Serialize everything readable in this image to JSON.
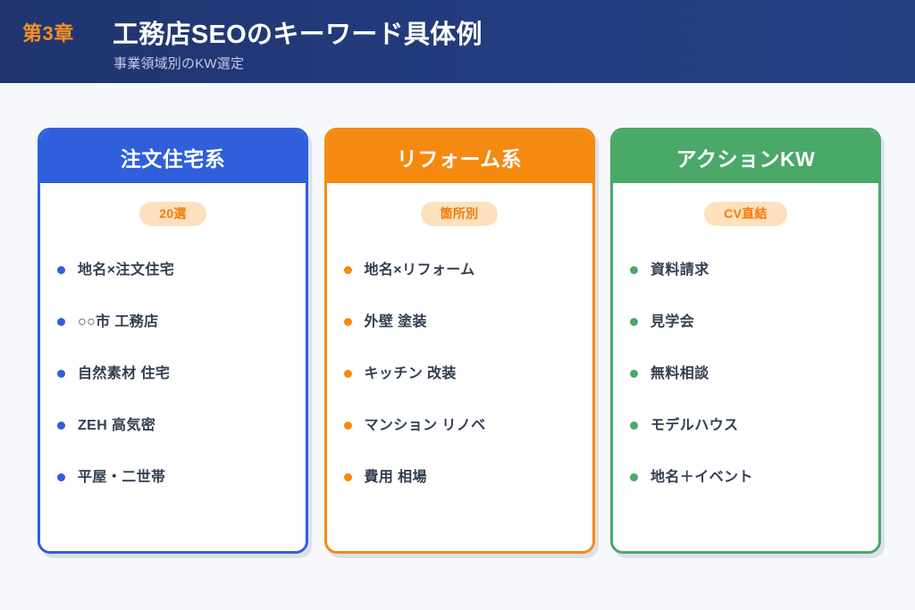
{
  "header": {
    "chapter_label": "第3章",
    "title": "工務店SEOのキーワード具体例",
    "subtitle": "事業領域別のKW選定",
    "band_color": "#233c7e",
    "chapter_color": "#f59022",
    "title_color": "#ffffff",
    "subtitle_color": "#c3cbe6"
  },
  "page": {
    "background_color": "#f6f8fc"
  },
  "cards": [
    {
      "id": "custom-home",
      "title": "注文住宅系",
      "badge": "20選",
      "accent_color": "#2f5fdb",
      "badge_bg_color": "#fde0bd",
      "badge_text_color": "#f07c0a",
      "items": [
        "地名×注文住宅",
        "○○市 工務店",
        "自然素材 住宅",
        "ZEH 高気密",
        "平屋・二世帯"
      ]
    },
    {
      "id": "reform",
      "title": "リフォーム系",
      "badge": "箇所別",
      "accent_color": "#f58a10",
      "badge_bg_color": "#fde0bd",
      "badge_text_color": "#f07c0a",
      "items": [
        "地名×リフォーム",
        "外壁 塗装",
        "キッチン 改装",
        "マンション リノベ",
        "費用 相場"
      ]
    },
    {
      "id": "action-kw",
      "title": "アクションKW",
      "badge": "CV直結",
      "accent_color": "#4aa869",
      "badge_bg_color": "#fde0bd",
      "badge_text_color": "#f07c0a",
      "items": [
        "資料請求",
        "見学会",
        "無料相談",
        "モデルハウス",
        "地名＋イベント"
      ]
    }
  ]
}
